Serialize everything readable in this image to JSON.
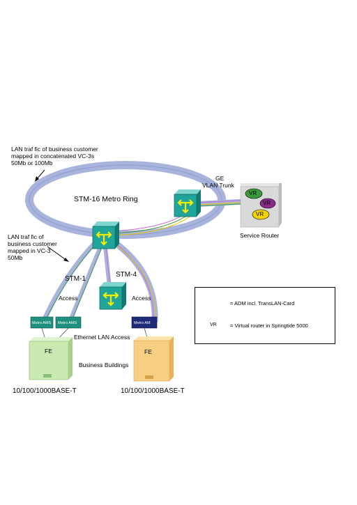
{
  "annotations": {
    "lan_top": [
      "LAN traf fic of business customer",
      "mapped in concatenated VC-3s",
      "50Mb or 100Mb"
    ],
    "lan_left": [
      "LAN traf fic of",
      "business customer",
      "mapped in VC-3",
      "50Mb"
    ],
    "ring": "STM-16 Metro Ring",
    "trunk": [
      "GE",
      "VLAN Trunk"
    ],
    "service_router": "Service Router",
    "stm1": "STM-1",
    "stm4": "STM-4",
    "access_left": "Access",
    "access_right": "Access",
    "ethernet": "Ethernet LAN Access",
    "business": "Business Buildings",
    "base_left": "10/100/1000BASE-T",
    "base_right": "10/100/1000BASE-T"
  },
  "router_labels": [
    "VR",
    "VR",
    "VR"
  ],
  "metro_boxes": [
    "Metro AMS",
    "Metro AMS",
    "Metro AM"
  ],
  "buildings": [
    "FE",
    "FE"
  ],
  "legend": {
    "adm": "= ADM incl. TransLAN-Card",
    "vr_symbol": "VR",
    "vr": "= Virtual router in Springtide 5000"
  },
  "colors": {
    "ring": "#a9b4dc",
    "adm_face": "#1fa59a",
    "adm_arrow": "#f4f000",
    "vr_green": "#3a9a3a",
    "vr_purple": "#8a2b8a",
    "vr_yellow": "#f0d200",
    "building_green": "#c9eab0",
    "building_orange": "#f7cf83",
    "metro_teal": "#1f8f80",
    "metro_navy": "#1f2a78"
  }
}
